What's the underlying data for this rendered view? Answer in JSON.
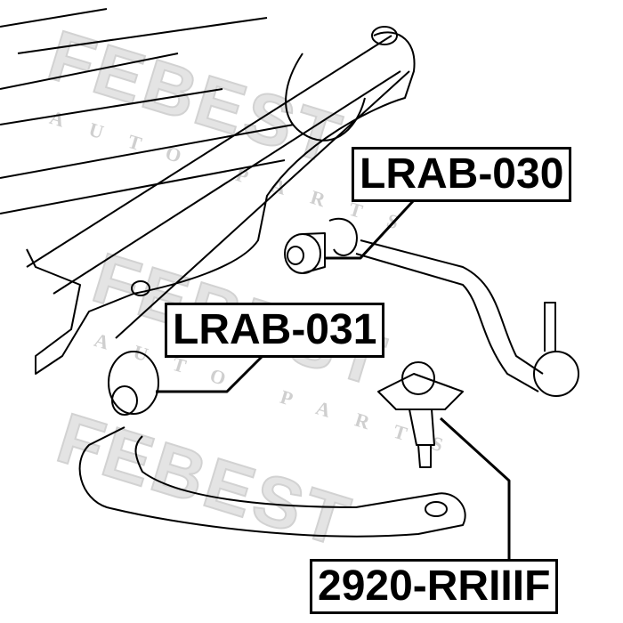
{
  "watermark": {
    "brand": "FEBEST",
    "tagline": "AUTO PARTS"
  },
  "parts": [
    {
      "number": "LRAB-030"
    },
    {
      "number": "LRAB-031"
    },
    {
      "number": "2920-RRIIIF"
    }
  ]
}
